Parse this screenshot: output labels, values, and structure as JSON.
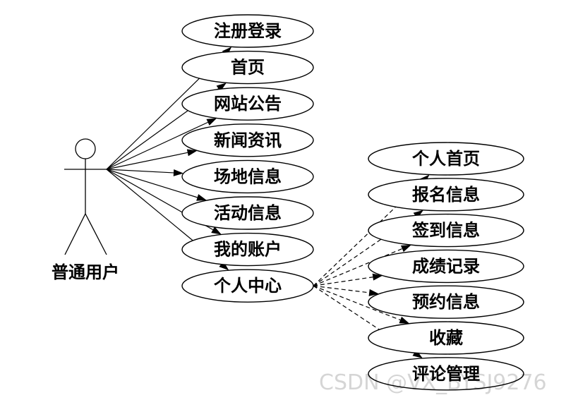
{
  "actor": {
    "label": "普通用户"
  },
  "use_cases": [
    {
      "id": "register-login",
      "label": "注册登录"
    },
    {
      "id": "home",
      "label": "首页"
    },
    {
      "id": "announcement",
      "label": "网站公告"
    },
    {
      "id": "news",
      "label": "新闻资讯"
    },
    {
      "id": "venue-info",
      "label": "场地信息"
    },
    {
      "id": "activity-info",
      "label": "活动信息"
    },
    {
      "id": "my-account",
      "label": "我的账户"
    },
    {
      "id": "personal-center",
      "label": "个人中心"
    }
  ],
  "sub_use_cases": [
    {
      "id": "personal-home",
      "label": "个人首页"
    },
    {
      "id": "signup-info",
      "label": "报名信息"
    },
    {
      "id": "checkin-info",
      "label": "签到信息"
    },
    {
      "id": "score-record",
      "label": "成绩记录"
    },
    {
      "id": "reservation-info",
      "label": "预约信息"
    },
    {
      "id": "favorites",
      "label": "收藏"
    },
    {
      "id": "comment-management",
      "label": "评论管理"
    }
  ],
  "watermark": "CSDN @VX_BYSJ9276"
}
